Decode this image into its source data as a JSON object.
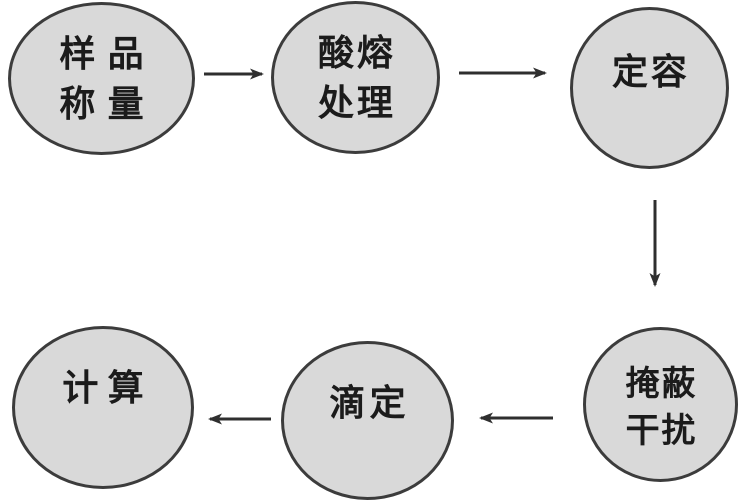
{
  "diagram": {
    "type": "flowchart",
    "description": "Analytical procedure flow diagram with six circular steps",
    "colors": {
      "node_fill": "#d9d9d9",
      "node_border": "#3c3c3c",
      "arrow": "#2f2f2f",
      "text": "#1b1b1b",
      "background": "#ffffff"
    },
    "nodes": [
      {
        "id": "sample-weighing",
        "lines": [
          "样品",
          "称量"
        ]
      },
      {
        "id": "acid-fusion-treatment",
        "lines": [
          "酸熔",
          "处理"
        ]
      },
      {
        "id": "constant-volume",
        "lines": [
          "定容"
        ]
      },
      {
        "id": "calculation",
        "lines": [
          "计算"
        ]
      },
      {
        "id": "titration",
        "lines": [
          "滴定"
        ]
      },
      {
        "id": "masking-interference",
        "lines": [
          "掩蔽",
          "干扰"
        ]
      }
    ],
    "edges": [
      {
        "from": "样品称量",
        "to": "酸熔处理",
        "direction": "right"
      },
      {
        "from": "酸熔处理",
        "to": "定容",
        "direction": "right"
      },
      {
        "from": "定容",
        "to": "掩蔽干扰",
        "direction": "down"
      },
      {
        "from": "掩蔽干扰",
        "to": "滴定",
        "direction": "left"
      },
      {
        "from": "滴定",
        "to": "计算",
        "direction": "left"
      }
    ]
  }
}
